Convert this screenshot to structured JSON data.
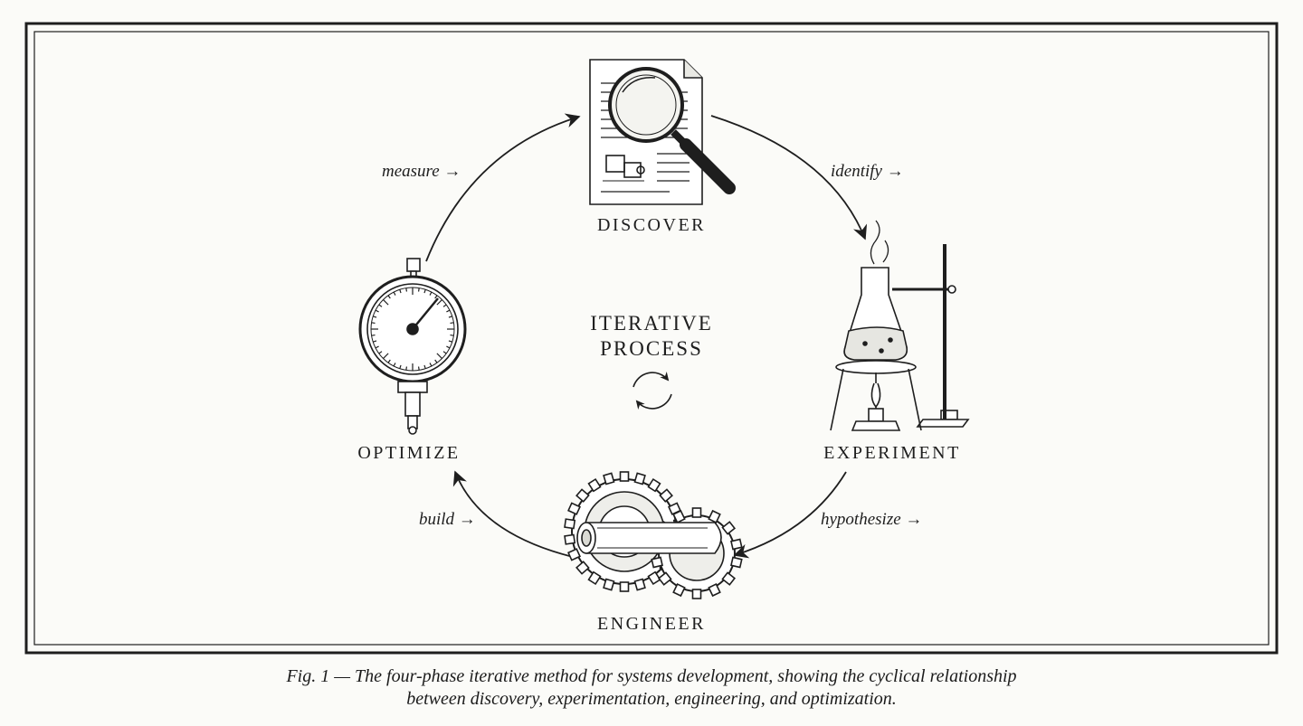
{
  "phases": [
    {
      "id": "discover",
      "label": "DISCOVER",
      "icon": "magnifier-document-icon"
    },
    {
      "id": "experiment",
      "label": "EXPERIMENT",
      "icon": "lab-flask-icon"
    },
    {
      "id": "engineer",
      "label": "ENGINEER",
      "icon": "gears-icon"
    },
    {
      "id": "optimize",
      "label": "OPTIMIZE",
      "icon": "dial-gauge-icon"
    }
  ],
  "transitions": [
    {
      "label": "identify →"
    },
    {
      "label": "hypothesize →"
    },
    {
      "label": "build →"
    },
    {
      "label": "measure →"
    }
  ],
  "center": {
    "line1": "ITERATIVE",
    "line2": "PROCESS",
    "icon": "cycle-arrows-icon"
  },
  "caption": {
    "line1": "Fig. 1 — The four-phase iterative method for systems development, showing the cyclical relationship",
    "line2": "between discovery, experimentation, engineering, and optimization."
  },
  "colors": {
    "ink": "#1e1e1e",
    "paper": "#fbfbf8"
  }
}
